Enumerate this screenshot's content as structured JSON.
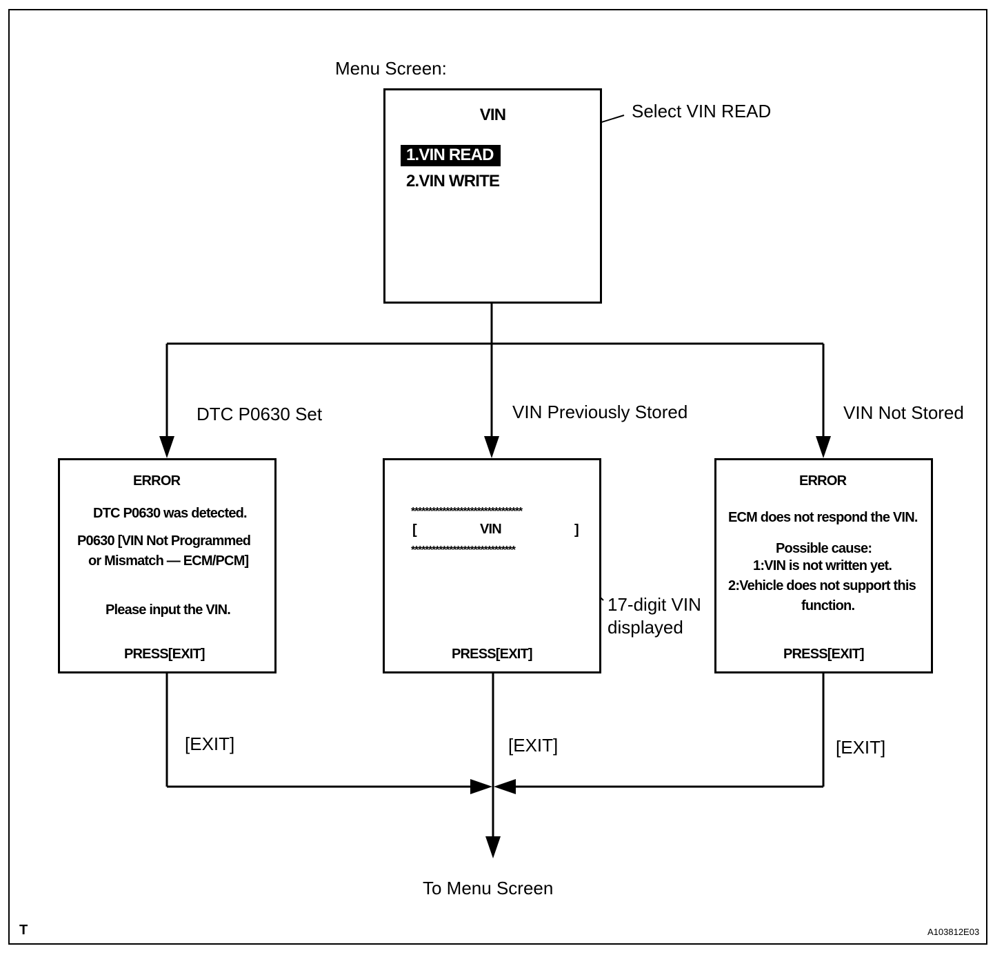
{
  "menu_screen": {
    "caption": "Menu Screen:",
    "title": "VIN",
    "item_1": "1.VIN READ",
    "item_2": "2.VIN WRITE",
    "callout": "Select VIN READ"
  },
  "branches": {
    "left_label": "DTC P0630 Set",
    "center_label": "VIN Previously Stored",
    "right_label": "VIN Not Stored"
  },
  "left_screen": {
    "title": "ERROR",
    "line_1": "DTC P0630 was detected.",
    "line_2": "P0630  [VIN Not Programmed",
    "line_3": "or Mismatch — ECM/PCM]",
    "line_4": "Please input the VIN.",
    "footer": "PRESS[EXIT]"
  },
  "center_screen": {
    "stars_top": "********************************",
    "bracket_left": "[",
    "vin_text": "VIN",
    "bracket_right": "]",
    "stars_bottom": "******************************",
    "footer": "PRESS[EXIT]",
    "callout_line_1": "17-digit VIN",
    "callout_line_2": "displayed"
  },
  "right_screen": {
    "title": "ERROR",
    "line_1": "ECM does not respond the VIN.",
    "line_2": "Possible cause:",
    "line_3": "1:VIN is not written yet.",
    "line_4": "2:Vehicle does not support this",
    "line_5": "function.",
    "footer": "PRESS[EXIT]"
  },
  "exits": {
    "left": "[EXIT]",
    "center": "[EXIT]",
    "right": "[EXIT]"
  },
  "destination": "To Menu Screen",
  "corner_mark": "T",
  "figure_id": "A103812E03"
}
